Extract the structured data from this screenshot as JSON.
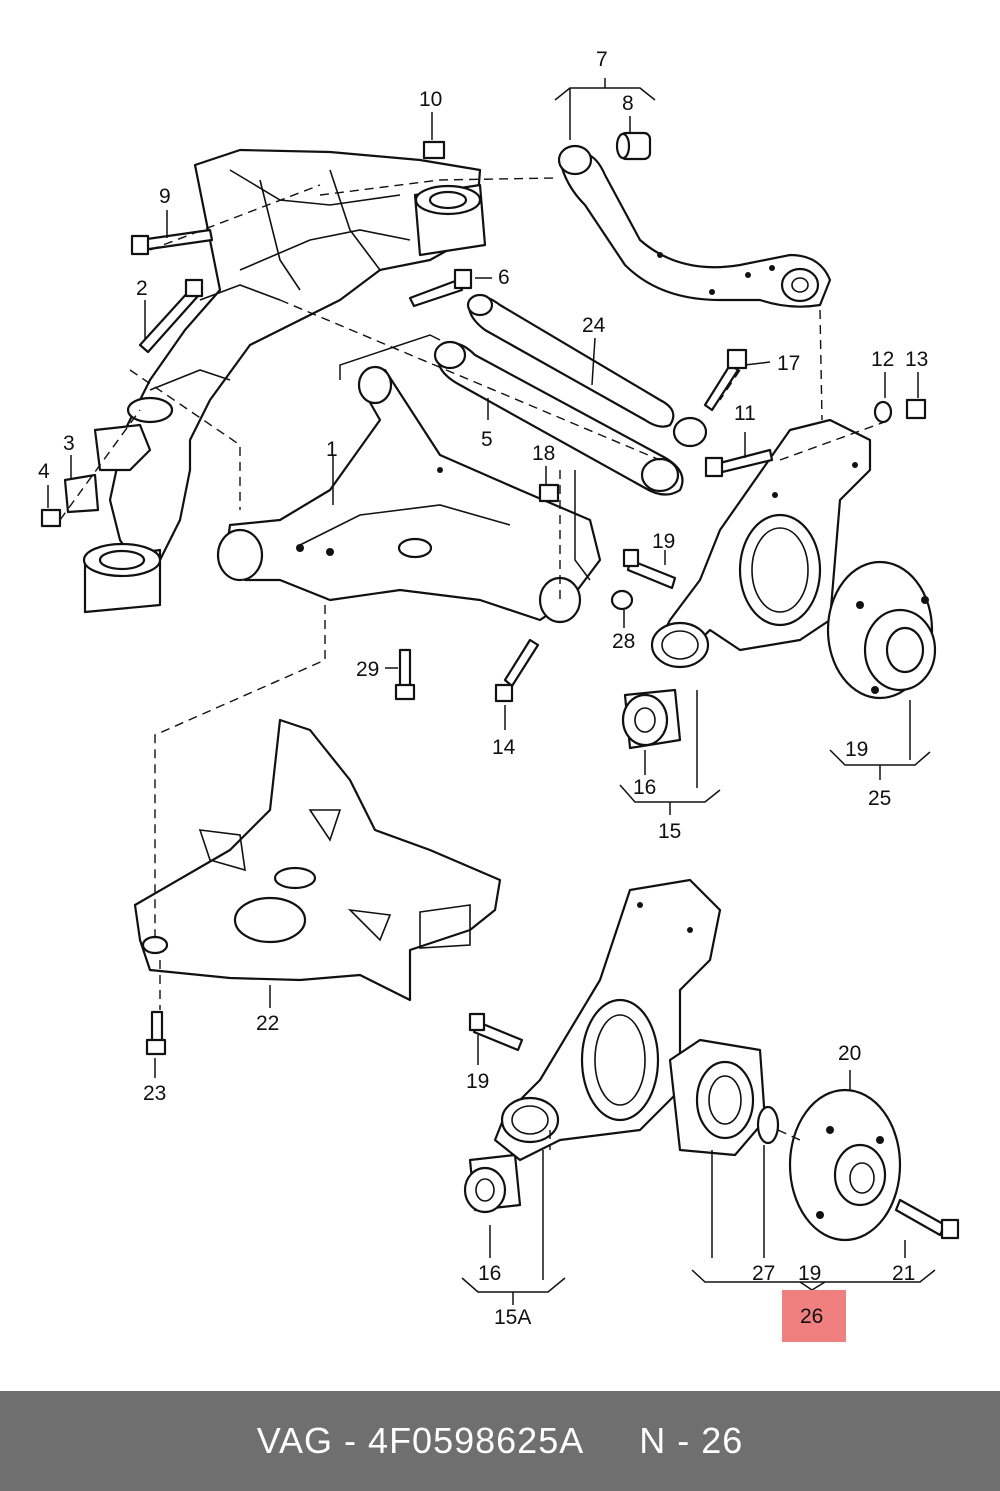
{
  "callouts": {
    "c1": "1",
    "c2": "2",
    "c3": "3",
    "c4": "4",
    "c5": "5",
    "c6": "6",
    "c7": "7",
    "c8": "8",
    "c9": "9",
    "c10": "10",
    "c11": "11",
    "c12": "12",
    "c13": "13",
    "c14": "14",
    "c15": "15",
    "c15a": "15A",
    "c16a": "16",
    "c16b": "16",
    "c17": "17",
    "c18": "18",
    "c19a": "19",
    "c19b": "19",
    "c19c": "19",
    "c19d": "19",
    "c20": "20",
    "c21": "21",
    "c22": "22",
    "c23": "23",
    "c24": "24",
    "c25": "25",
    "c26": "26",
    "c27": "27",
    "c28": "28",
    "c29": "29"
  },
  "highlight": {
    "callout": "26",
    "color": "#f08080"
  },
  "footer": {
    "brand": "VAG",
    "sep1": " - ",
    "part_number": "4F0598625A",
    "gap": "     ",
    "position_label": "N",
    "sep2": " - ",
    "position_number": "26"
  },
  "colors": {
    "footer_bg": "#6f6f6f",
    "footer_text": "#ffffff",
    "line": "#111111"
  }
}
